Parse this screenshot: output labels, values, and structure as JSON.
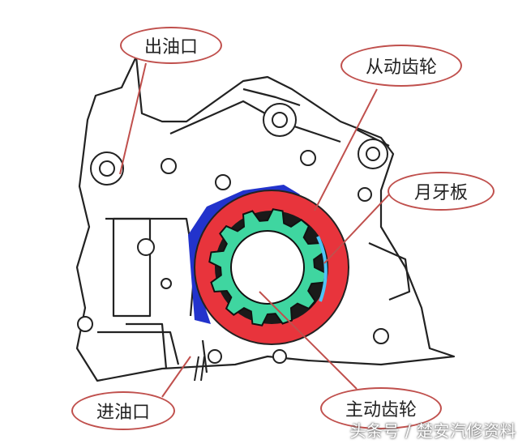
{
  "labels": {
    "outlet": "出油口",
    "driven_gear": "从动齿轮",
    "crescent": "月牙板",
    "inlet": "进油口",
    "drive_gear": "主动齿轮"
  },
  "watermark": "头条号 / 楚安汽修资料",
  "colors": {
    "callout_border": "#c0504d",
    "leader": "#c0504d",
    "housing_outline": "#222222",
    "drive_gear": "#3fd6a0",
    "driven_gear_teeth": "#e8343c",
    "crescent": "#4fc3f7",
    "pump_body": "#2233cc",
    "gear_gap": "#1a1a1a"
  }
}
